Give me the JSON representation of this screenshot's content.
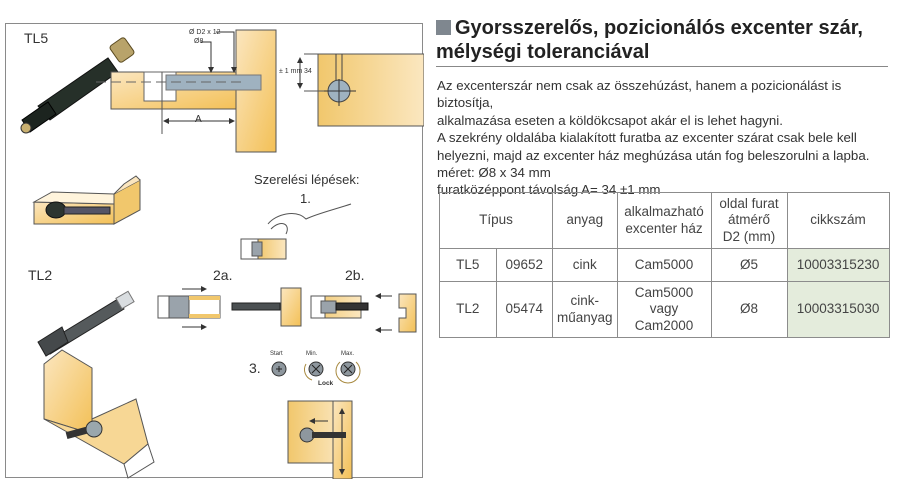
{
  "heading": {
    "square_icon": "gray-square-bullet",
    "title_line1": "Gyorsszerelős, pozicionálós excenter szár,",
    "title_line2": "mélységi toleranciával"
  },
  "description": [
    "Az excenterszár nem csak az összehúzást, hanem a pozicionálást is biztosítja,",
    "alkalmazása eseten a köldökcsapot akár el is lehet hagyni.",
    "A szekrény oldalába kialakított furatba az excenter szárat csak bele kell",
    "helyezni, majd az excenter ház meghúzása után fog beleszorulni a lapba.",
    "méret: Ø8 x 34 mm",
    "furatközéppont távolság A= 34 ±1 mm"
  ],
  "diagram": {
    "tl5_label": "TL5",
    "tl2_label": "TL2",
    "dim_d2": "Ø D2 x 12",
    "dim_d8": "Ø8",
    "dim_tolerance": "± 1 mm",
    "dim_34": "34",
    "dim_a": "A",
    "steps_title": "Szerelési lépések:",
    "step1": "1.",
    "step2a": "2a.",
    "step2b": "2b.",
    "step3": "3.",
    "cam_start": "Start",
    "cam_min": "Min.",
    "cam_max": "Max.",
    "cam_lock": "Lock"
  },
  "table": {
    "headers": {
      "type": "Típus",
      "material": "anyag",
      "housing_l1": "alkalmazható",
      "housing_l2": "excenter ház",
      "hole_l1": "oldal furat",
      "hole_l2": "átmérő",
      "hole_l3": "D2 (mm)",
      "code": "cikkszám"
    },
    "rows": [
      {
        "type": "TL5",
        "num": "09652",
        "material_l1": "cink",
        "material_l2": "",
        "housing_l1": "Cam5000",
        "housing_l2": "",
        "housing_l3": "",
        "hole": "Ø5",
        "code": "10003315230"
      },
      {
        "type": "TL2",
        "num": "05474",
        "material_l1": "cink-",
        "material_l2": "műanyag",
        "housing_l1": "Cam5000",
        "housing_l2": "vagy",
        "housing_l3": "Cam2000",
        "hole": "Ø8",
        "code": "10003315030"
      }
    ],
    "code_highlight_color": "#e4ecdc"
  }
}
